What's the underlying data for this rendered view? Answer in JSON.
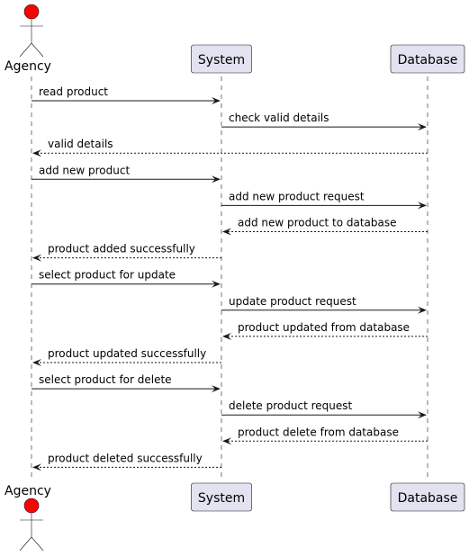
{
  "participants": [
    {
      "id": "agency",
      "name": "Agency",
      "kind": "actor",
      "color": "#FF0000"
    },
    {
      "id": "system",
      "name": "System",
      "kind": "participant",
      "color": "#E2E2F0"
    },
    {
      "id": "database",
      "name": "Database",
      "kind": "participant",
      "color": "#E2E2F0"
    }
  ],
  "messages": [
    {
      "from": "agency",
      "to": "system",
      "label": "read product",
      "style": "solid"
    },
    {
      "from": "system",
      "to": "database",
      "label": "check valid details",
      "style": "solid"
    },
    {
      "from": "database",
      "to": "agency",
      "label": "valid details",
      "style": "dashed"
    },
    {
      "from": "agency",
      "to": "system",
      "label": "add new product",
      "style": "solid"
    },
    {
      "from": "system",
      "to": "database",
      "label": "add new product request",
      "style": "solid"
    },
    {
      "from": "database",
      "to": "system",
      "label": "add new product to database",
      "style": "dashed"
    },
    {
      "from": "system",
      "to": "agency",
      "label": "product added successfully",
      "style": "dashed"
    },
    {
      "from": "agency",
      "to": "system",
      "label": "select product for update",
      "style": "solid"
    },
    {
      "from": "system",
      "to": "database",
      "label": "update product request",
      "style": "solid"
    },
    {
      "from": "database",
      "to": "system",
      "label": "product updated from database",
      "style": "dashed"
    },
    {
      "from": "system",
      "to": "agency",
      "label": "product updated successfully",
      "style": "dashed"
    },
    {
      "from": "agency",
      "to": "system",
      "label": "select product for delete",
      "style": "solid"
    },
    {
      "from": "system",
      "to": "database",
      "label": "delete product request",
      "style": "solid"
    },
    {
      "from": "database",
      "to": "system",
      "label": "product delete from database",
      "style": "dashed"
    },
    {
      "from": "system",
      "to": "agency",
      "label": "product deleted successfully",
      "style": "dashed"
    }
  ],
  "colors": {
    "line": "#181818",
    "participant_fill": "#E2E2F0",
    "actor_head": "#FF0000"
  }
}
